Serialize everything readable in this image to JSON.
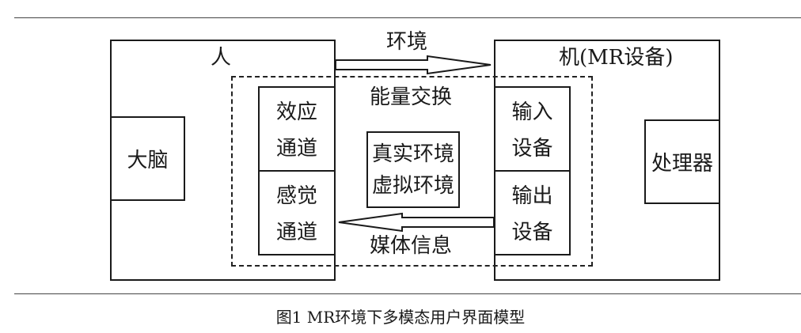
{
  "human": {
    "title": "人",
    "brain": "大脑",
    "effect_channel": [
      "效应",
      "通道"
    ],
    "sense_channel": [
      "感觉",
      "通道"
    ]
  },
  "machine": {
    "title": "机(MR设备)",
    "processor": "处理器",
    "input_device": [
      "输入",
      "设备"
    ],
    "output_device": [
      "输出",
      "设备"
    ]
  },
  "flows": {
    "top": "环境",
    "energy": "能量交换",
    "bottom": "媒体信息"
  },
  "center": {
    "line1": "真实环境",
    "line2": "虚拟环境"
  },
  "caption": "图1 MR环境下多模态用户界面模型"
}
